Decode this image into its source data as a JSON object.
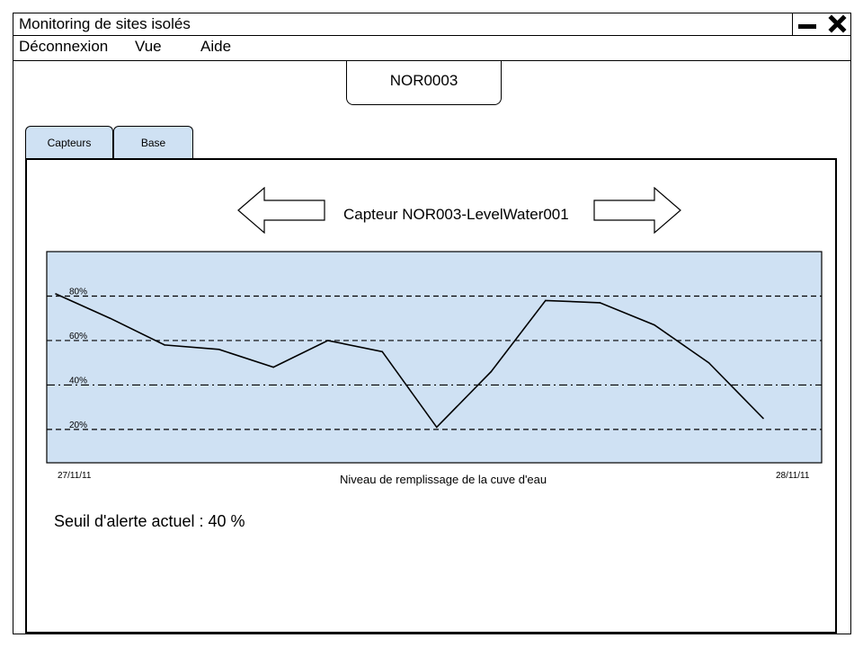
{
  "window": {
    "title": "Monitoring de sites isolés"
  },
  "menu": {
    "items": [
      "Déconnexion",
      "Vue",
      "Aide"
    ]
  },
  "site": {
    "code": "NOR0003"
  },
  "tabs": [
    "Capteurs",
    "Base"
  ],
  "sensor": {
    "title": "Capteur NOR003-LevelWater001"
  },
  "chart_data": {
    "type": "line",
    "title": "",
    "xlabel": "Niveau de remplissage de la cuve d'eau",
    "ylabel": "",
    "x_start_label": "27/11/11",
    "x_end_label": "28/11/11",
    "y_ticks": [
      "80%",
      "60%",
      "40%",
      "20%"
    ],
    "y_tick_values": [
      80,
      60,
      40,
      20
    ],
    "ylim": [
      5,
      100
    ],
    "threshold": 40,
    "x": [
      0,
      1,
      2,
      3,
      4,
      5,
      6,
      7,
      8,
      9,
      10,
      11,
      12,
      13
    ],
    "values": [
      81,
      70,
      58,
      56,
      48,
      60,
      55,
      21,
      46,
      78,
      77,
      67,
      50,
      25
    ],
    "grid": true,
    "line_color": "#000000",
    "background": "#cfe1f3"
  },
  "status": {
    "threshold_text": "Seuil d'alerte actuel  : 40 %"
  }
}
